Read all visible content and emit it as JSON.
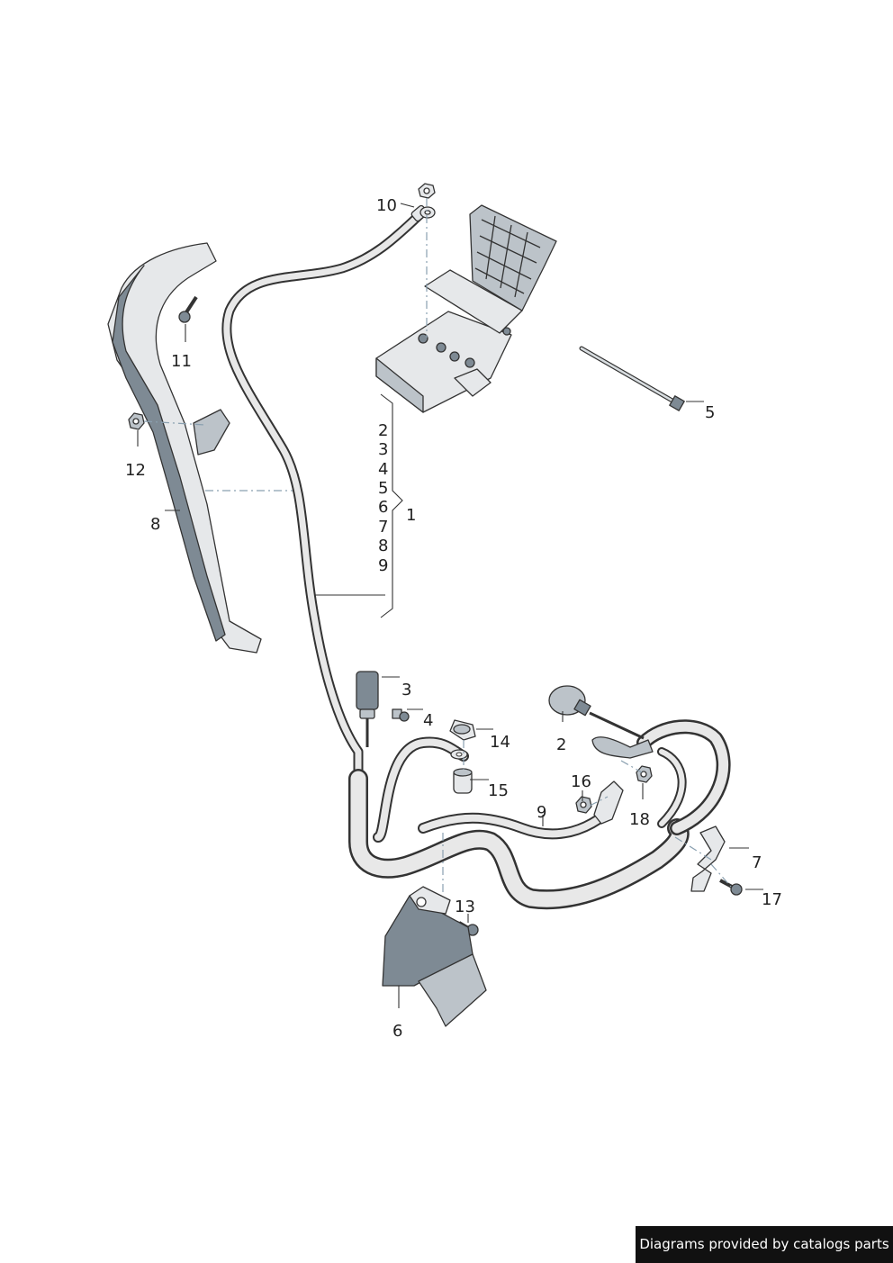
{
  "banner": {
    "text": "Diagrams provided by catalogs parts"
  },
  "callouts": {
    "c1": "1",
    "c2a": "2",
    "c2b": "2",
    "c3a": "3",
    "c3b": "3",
    "c4a": "4",
    "c4b": "4",
    "c5a": "5",
    "c5b": "5",
    "c6a": "6",
    "c6b": "6",
    "c7a": "7",
    "c7b": "7",
    "c8a": "8",
    "c8b": "8",
    "c9a": "9",
    "c9b": "9",
    "c10": "10",
    "c11": "11",
    "c12": "12",
    "c13": "13",
    "c14": "14",
    "c15": "15",
    "c16": "16",
    "c17": "17",
    "c18": "18"
  },
  "colors": {
    "line": "#333333",
    "part_light": "#e6e8ea",
    "part_mid": "#bcc3c9",
    "part_dark": "#7e8a94",
    "axis_dash": "#8aa0b0",
    "banner_bg": "#111111",
    "banner_text": "#ffffff"
  }
}
